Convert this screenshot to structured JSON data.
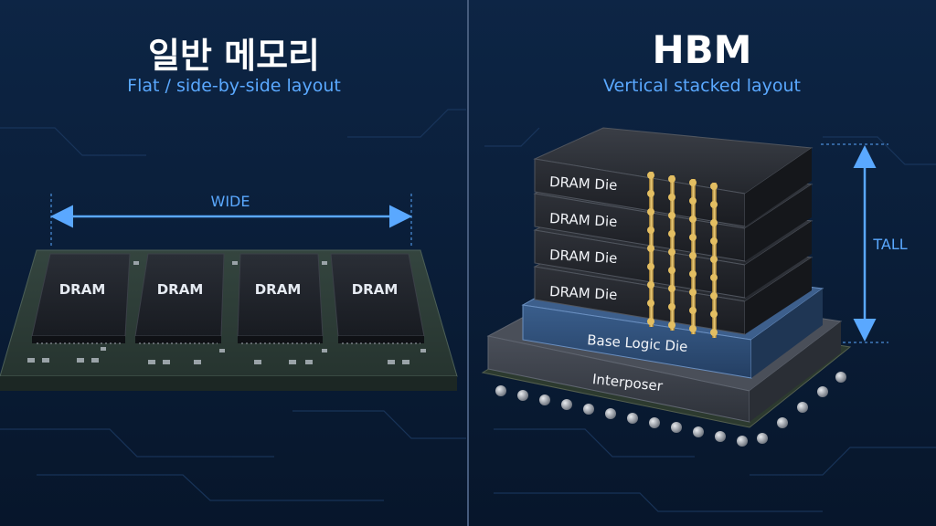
{
  "left": {
    "title": "일반 메모리",
    "subtitle": "Flat / side-by-side layout",
    "width_label": "WIDE",
    "chips": [
      "DRAM",
      "DRAM",
      "DRAM",
      "DRAM"
    ]
  },
  "right": {
    "title": "HBM",
    "subtitle": "Vertical stacked layout",
    "height_label": "TALL",
    "dies": [
      "DRAM Die",
      "DRAM Die",
      "DRAM Die",
      "DRAM Die"
    ],
    "base_die_label": "Base Logic Die",
    "interposer_label": "Interposer"
  },
  "colors": {
    "background": "#0a1b33",
    "accent": "#5aa8ff",
    "pcb": "#2b3a35",
    "chip": "#1c1f26",
    "base_die": "#2c4a72",
    "interposer": "#3a3f49",
    "tsv_gold": "#c9a24a"
  }
}
